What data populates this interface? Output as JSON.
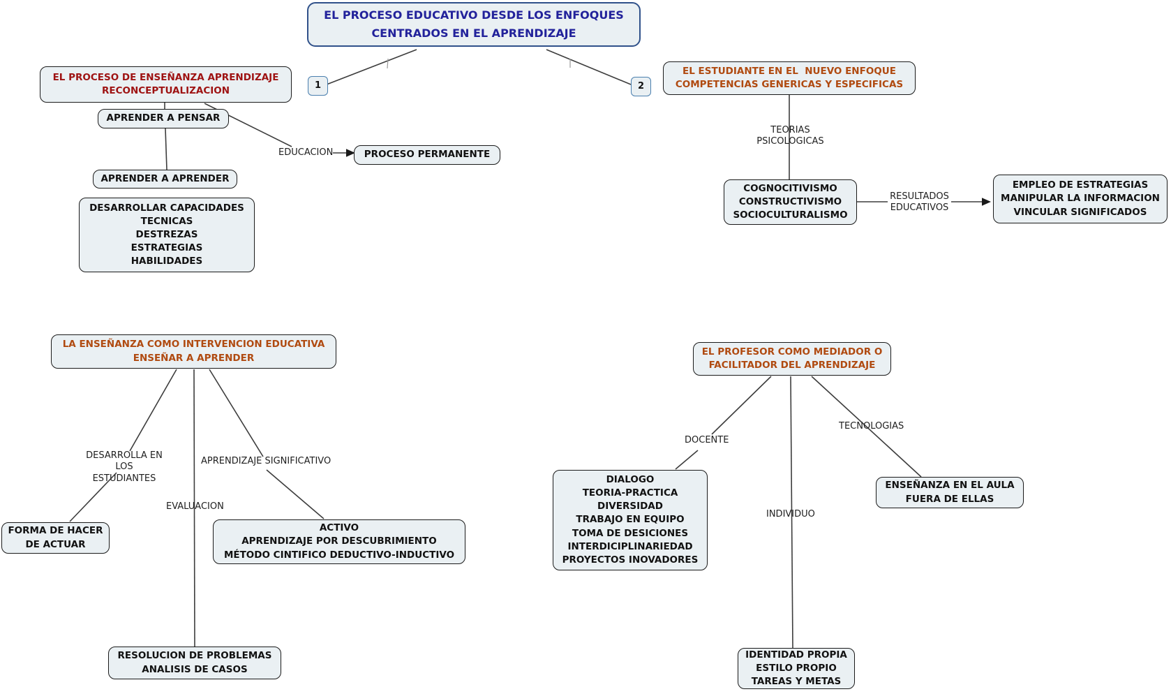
{
  "diagram": {
    "type": "concept-map",
    "background": "#ffffff",
    "colors": {
      "box_fill": "#eaf0f3",
      "box_border": "#1a1a1a",
      "title_text": "#22229b",
      "title_border": "#30518a",
      "red_text": "#9e1212",
      "orange_text": "#b04a10",
      "black_text": "#111111",
      "line": "#3d3d3d",
      "number_box_border": "#4a7fae"
    },
    "nodes": {
      "title": {
        "text": "EL PROCESO EDUCATIVO DESDE LOS ENFOQUES\nCENTRADOS EN EL APRENDIZAJE"
      },
      "num1": {
        "text": "1"
      },
      "num2": {
        "text": "2"
      },
      "proceso_ensenanza": {
        "text": "EL PROCESO DE ENSEÑANZA APRENDIZAJE\nRECONCEPTUALIZACION"
      },
      "aprender_pensar": {
        "text": "APRENDER A PENSAR"
      },
      "aprender_aprender": {
        "text": "APRENDER A APRENDER"
      },
      "desarrollar": {
        "text": "DESARROLLAR CAPACIDADES\nTECNICAS\nDESTREZAS\nESTRATEGIAS\nHABILIDADES"
      },
      "proceso_permanente": {
        "text": "PROCESO PERMANENTE"
      },
      "estudiante": {
        "text": "EL ESTUDIANTE EN EL  NUEVO ENFOQUE\nCOMPETENCIAS GENERICAS Y ESPECIFICAS"
      },
      "cognocitivismo": {
        "text": "COGNOCITIVISMO\nCONSTRUCTIVISMO\nSOCIOCULTURALISMO"
      },
      "empleo": {
        "text": "EMPLEO DE ESTRATEGIAS\nMANIPULAR LA INFORMACION\nVINCULAR SIGNIFICADOS"
      },
      "ensenanza_intervencion": {
        "text": "LA ENSEÑANZA COMO INTERVENCION EDUCATIVA\nENSEÑAR A APRENDER"
      },
      "forma_hacer": {
        "text": "FORMA DE HACER\nDE ACTUAR"
      },
      "activo": {
        "text": "ACTIVO\nAPRENDIZAJE POR DESCUBRIMIENTO\nMÉTODO CINTIFICO DEDUCTIVO-INDUCTIVO"
      },
      "resolucion": {
        "text": "RESOLUCION DE PROBLEMAS\nANALISIS DE CASOS"
      },
      "profesor": {
        "text": "EL PROFESOR COMO MEDIADOR O\nFACILITADOR DEL APRENDIZAJE"
      },
      "dialogo": {
        "text": "DIALOGO\nTEORIA-PRACTICA\nDIVERSIDAD\nTRABAJO EN EQUIPO\nTOMA DE DESICIONES\nINTERDICIPLINARIEDAD\nPROYECTOS INOVADORES"
      },
      "ensenanza_aula": {
        "text": "ENSEÑANZA EN EL AULA\nFUERA DE ELLAS"
      },
      "identidad": {
        "text": "IDENTIDAD PROPIA\nESTILO PROPIO\nTAREAS Y METAS"
      }
    },
    "labels": {
      "educacion": "EDUCACION",
      "teorias": "TEORIAS PSICOLOGICAS",
      "resultados": "RESULTADOS\nEDUCATIVOS",
      "desarrolla": "DESARROLLA EN LOS\nESTUDIANTES",
      "aprendizaje_sig": "APRENDIZAJE SIGNIFICATIVO",
      "evaluacion": "EVALUACION",
      "docente": "DOCENTE",
      "tecnologias": "TECNOLOGIAS",
      "individuo": "INDIVIDUO"
    },
    "connections": [
      {
        "from": "title",
        "to": "num1"
      },
      {
        "from": "title",
        "to": "num2"
      },
      {
        "from": "proceso_ensenanza",
        "to": "aprender_pensar"
      },
      {
        "from": "proceso_ensenanza",
        "to": "proceso_permanente",
        "label": "EDUCACION",
        "arrow": true
      },
      {
        "from": "aprender_pensar",
        "to": "aprender_aprender"
      },
      {
        "from": "estudiante",
        "to": "cognocitivismo",
        "label": "TEORIAS PSICOLOGICAS"
      },
      {
        "from": "cognocitivismo",
        "to": "empleo",
        "label": "RESULTADOS EDUCATIVOS",
        "arrow": true
      },
      {
        "from": "ensenanza_intervencion",
        "to": "forma_hacer",
        "label": "DESARROLLA EN LOS ESTUDIANTES"
      },
      {
        "from": "ensenanza_intervencion",
        "to": "resolucion",
        "label": "EVALUACION"
      },
      {
        "from": "ensenanza_intervencion",
        "to": "activo",
        "label": "APRENDIZAJE SIGNIFICATIVO"
      },
      {
        "from": "profesor",
        "to": "dialogo",
        "label": "DOCENTE"
      },
      {
        "from": "profesor",
        "to": "identidad",
        "label": "INDIVIDUO"
      },
      {
        "from": "profesor",
        "to": "ensenanza_aula",
        "label": "TECNOLOGIAS"
      }
    ]
  }
}
